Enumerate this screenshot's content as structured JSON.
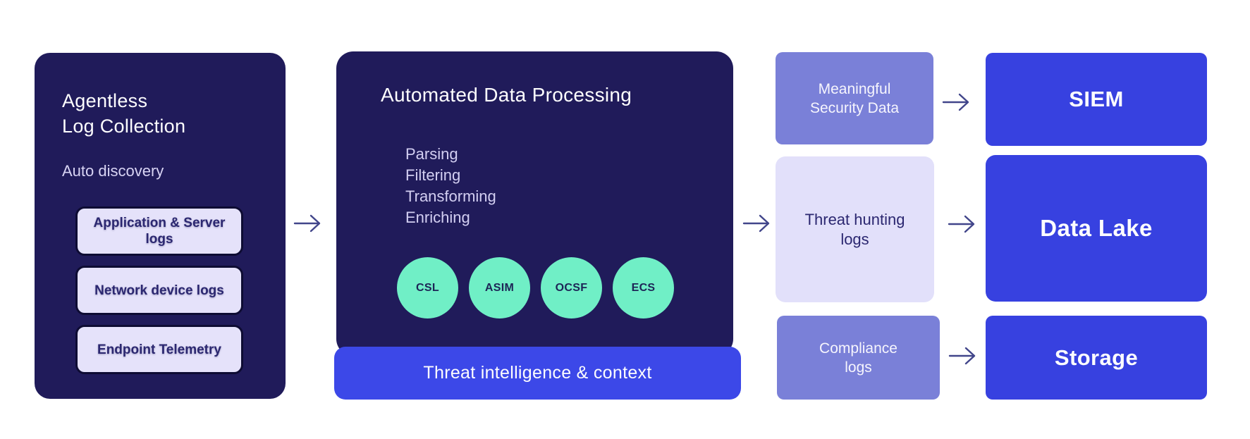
{
  "collection": {
    "title": "Agentless\nLog Collection",
    "subtitle": "Auto discovery",
    "sources": [
      "Application & Server\nlogs",
      "Network device logs",
      "Endpoint Telemetry"
    ]
  },
  "processing": {
    "title": "Automated Data Processing",
    "steps": [
      "Parsing",
      "Filtering",
      "Transforming",
      "Enriching"
    ],
    "schemas": [
      "CSL",
      "ASIM",
      "OCSF",
      "ECS"
    ],
    "footer": "Threat intelligence & context"
  },
  "flows": [
    {
      "output": "Meaningful\nSecurity Data",
      "destination": "SIEM"
    },
    {
      "output": "Threat hunting\nlogs",
      "destination": "Data Lake"
    },
    {
      "output": "Compliance\nlogs",
      "destination": "Storage"
    }
  ],
  "colors": {
    "navy": "#201b5a",
    "royal_blue": "#3741e0",
    "bar_blue": "#3c48e8",
    "purple": "#7a80d8",
    "lavender": "#e2e0fa",
    "mint": "#70efc6",
    "pill_bg": "#e5e2fa",
    "pill_border": "#0e0c33",
    "arrow": "#41458a"
  }
}
